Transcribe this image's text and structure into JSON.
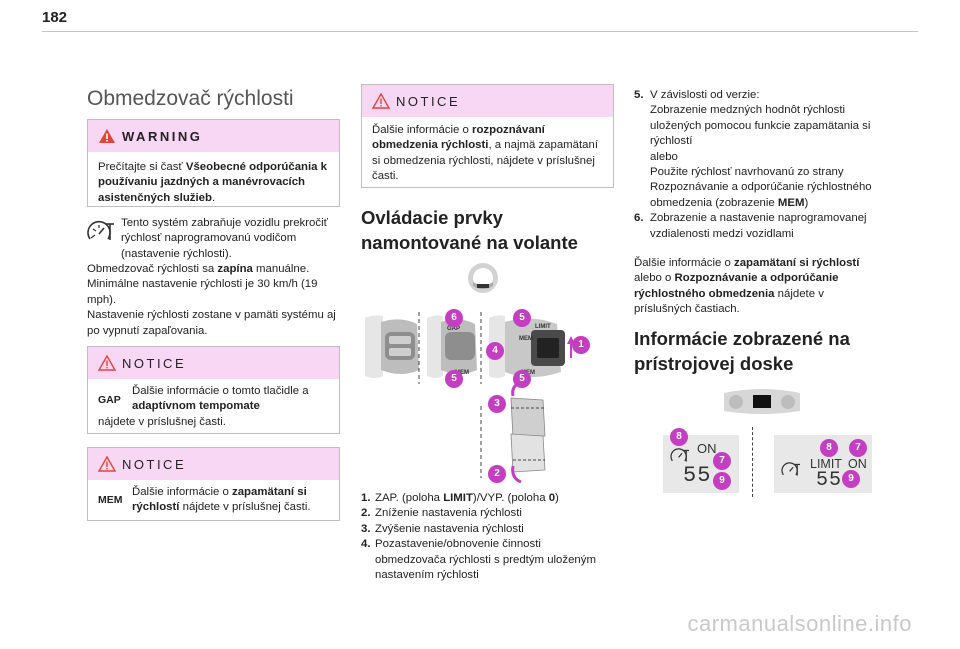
{
  "page_number": "182",
  "title": "Obmedzovač rýchlosti",
  "warning": {
    "heading": "WARNING",
    "pre": "Prečítajte si časť ",
    "bold": "Všeobecné odporúčania k používaniu jazdných a manévrovacích asistenčných služieb",
    "post": "."
  },
  "intro": {
    "line1": "Tento systém zabraňuje vozidlu prekročiť rýchlosť naprogramovanú vodičom (nastavenie rýchlosti).",
    "line2_pre": "Obmedzovač rýchlosti sa ",
    "line2_bold": "zapína",
    "line2_post": " manuálne.",
    "line3": "Minimálne nastavenie rýchlosti je 30 km/h (19 mph).",
    "line4": "Nastavenie rýchlosti zostane v pamäti systému aj po vypnutí zapaľovania."
  },
  "notice_gap": {
    "heading": "NOTICE",
    "icon_label": "GAP",
    "pre": "Ďalšie informácie o tomto tlačidle a ",
    "bold": "adaptívnom tempomate",
    "post": " nájdete v príslušnej časti."
  },
  "notice_mem": {
    "heading": "NOTICE",
    "icon_label": "MEM",
    "pre": "Ďalšie informácie o ",
    "bold": "zapamätaní si rýchlostí",
    "post": " nájdete v príslušnej časti."
  },
  "notice_recog": {
    "heading": "NOTICE",
    "pre": "Ďalšie informácie o ",
    "bold": "rozpoznávaní obmedzenia rýchlosti",
    "post": ", a najmä zapamätaní si obmedzenia rýchlosti, nájdete v príslušnej časti."
  },
  "controls_title": "Ovládacie prvky namontované na volante",
  "controls_list": [
    {
      "n": "1.",
      "pre": "ZAP. (poloha ",
      "b1": "LIMIT",
      "mid": ")/VYP. (poloha ",
      "b2": "0",
      "post": ")"
    },
    {
      "n": "2.",
      "text": "Zníženie nastavenia rýchlosti"
    },
    {
      "n": "3.",
      "text": "Zvýšenie nastavenia rýchlosti"
    },
    {
      "n": "4.",
      "text": "Pozastavenie/obnovenie činnosti obmedzovača rýchlosti s predtým uloženým nastavením rýchlosti"
    }
  ],
  "right_list": [
    {
      "n": "5.",
      "text_a": "V závislosti od verzie:",
      "text_b": "Zobrazenie medzných hodnôt rýchlosti uložených pomocou funkcie zapamätania si rýchlostí",
      "text_c": "alebo",
      "text_d": "Použite rýchlosť navrhovanú zo strany Rozpoznávanie a odporúčanie rýchlostného obmedzenia (zobrazenie ",
      "text_d_bold": "MEM",
      "text_d_post": ")"
    },
    {
      "n": "6.",
      "text": "Zobrazenie a nastavenie naprogramovanej vzdialenosti medzi vozidlami"
    }
  ],
  "right_para": {
    "pre": "Ďalšie informácie o ",
    "b1": "zapamätaní si rýchlostí",
    "mid": " alebo o ",
    "b2": "Rozpoznávanie a odporúčanie rýchlostného obmedzenia",
    "post": " nájdete v príslušných častiach."
  },
  "display_title": "Informácie zobrazené na prístrojovej doske",
  "diagram_labels": {
    "b1": "1",
    "b2": "2",
    "b3": "3",
    "b4": "4",
    "b5a": "5",
    "b5b": "5",
    "b5c": "5",
    "b6": "6",
    "b7a": "7",
    "b7b": "7",
    "b8a": "8",
    "b8b": "8",
    "b9a": "9",
    "b9b": "9",
    "on1": "ON",
    "speed1": "55",
    "limit": "LIMIT",
    "on2": "ON",
    "speed2": "55",
    "ctl_mem1": "MEM",
    "ctl_mem2": "MEM",
    "ctl_gap": "GAP",
    "ctl_limit": "LIMIT",
    "ctl_mem3": "MEM"
  },
  "watermark": "carmanualsonline.info",
  "colors": {
    "accent": "#c43ec2",
    "notice_bg": "#f7d7f3",
    "warn_red": "#e0443a"
  }
}
